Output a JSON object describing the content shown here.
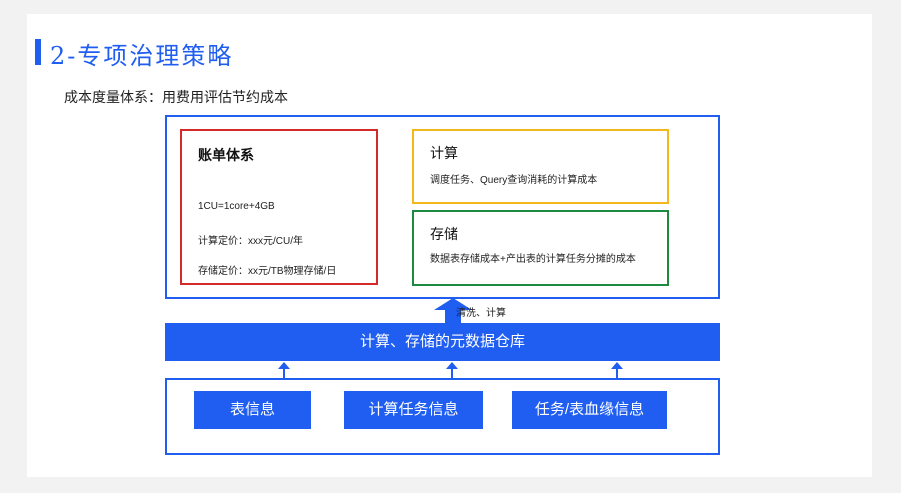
{
  "header": {
    "title": "2-专项治理策略",
    "subtitle": "成本度量体系：用费用评估节约成本"
  },
  "billing": {
    "title": "账单体系",
    "lines": [
      "1CU=1core+4GB",
      "计算定价：xxx元/CU/年",
      "存储定价：xx元/TB物理存储/日"
    ]
  },
  "compute": {
    "title": "计算",
    "desc": "调度任务、Query查询消耗的计算成本"
  },
  "storage": {
    "title": "存储",
    "desc": "数据表存储成本+产出表的计算任务分摊的成本"
  },
  "flow_label": "清洗、计算",
  "warehouse": "计算、存储的元数据仓库",
  "sources": [
    "表信息",
    "计算任务信息",
    "任务/表血缘信息"
  ],
  "colors": {
    "accent": "#1f5ef0",
    "billing_border": "#d42a2a",
    "compute_border": "#f2b81c",
    "storage_border": "#1c8a3f"
  }
}
